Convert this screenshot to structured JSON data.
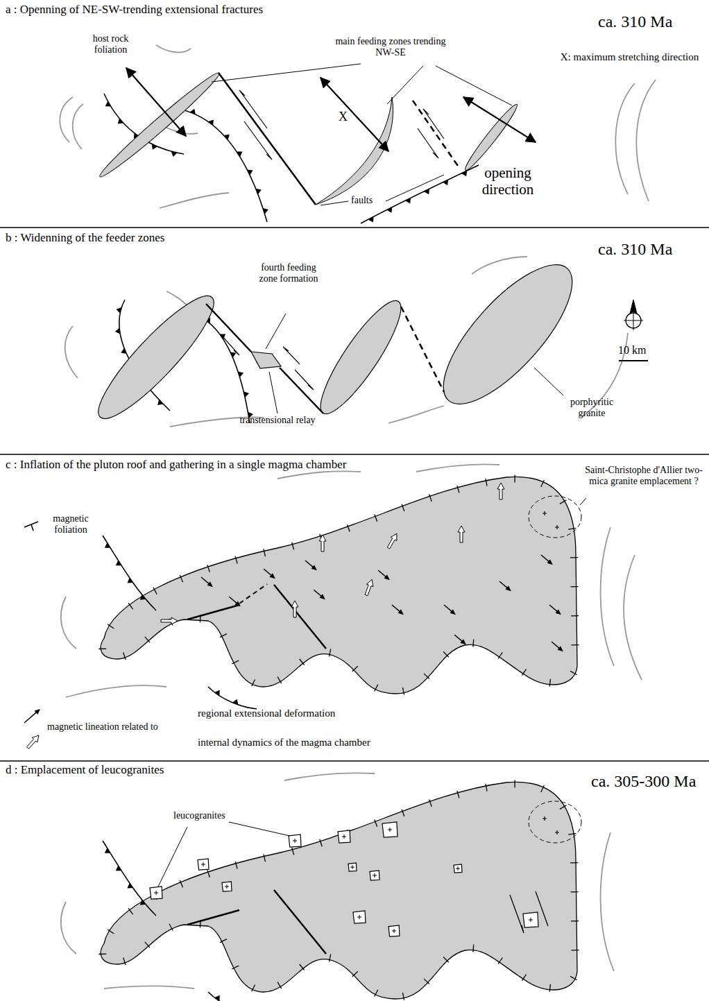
{
  "diagram": {
    "labels": [
      "a : Openning of NE-SW-trending extensional fractures",
      "ca. 310 Ma",
      "host rock foliation",
      "main feeding zones trending NW-SE",
      "X: maximum stretching direction",
      "X",
      "faults",
      "opening direction",
      "b : Widenning of the feeder zones",
      "ca. 310 Ma",
      "fourth feeding zone formation",
      "transtensional relay",
      "10 km",
      "porphyritic granite",
      "c : Inflation of the pluton roof and gathering in a single magma chamber",
      "Saint-Christophe d'Allier two-mica granite emplacement ?",
      "magnetic foliation",
      "magnetic lineation related to",
      "d : Emplacement of leucogranites",
      "ca. 305-300 Ma",
      "leucogranites"
    ],
    "legend": [
      {
        "text": "regional extensional deformation"
      },
      {
        "text": "internal dynamics of the magma chamber"
      }
    ]
  }
}
